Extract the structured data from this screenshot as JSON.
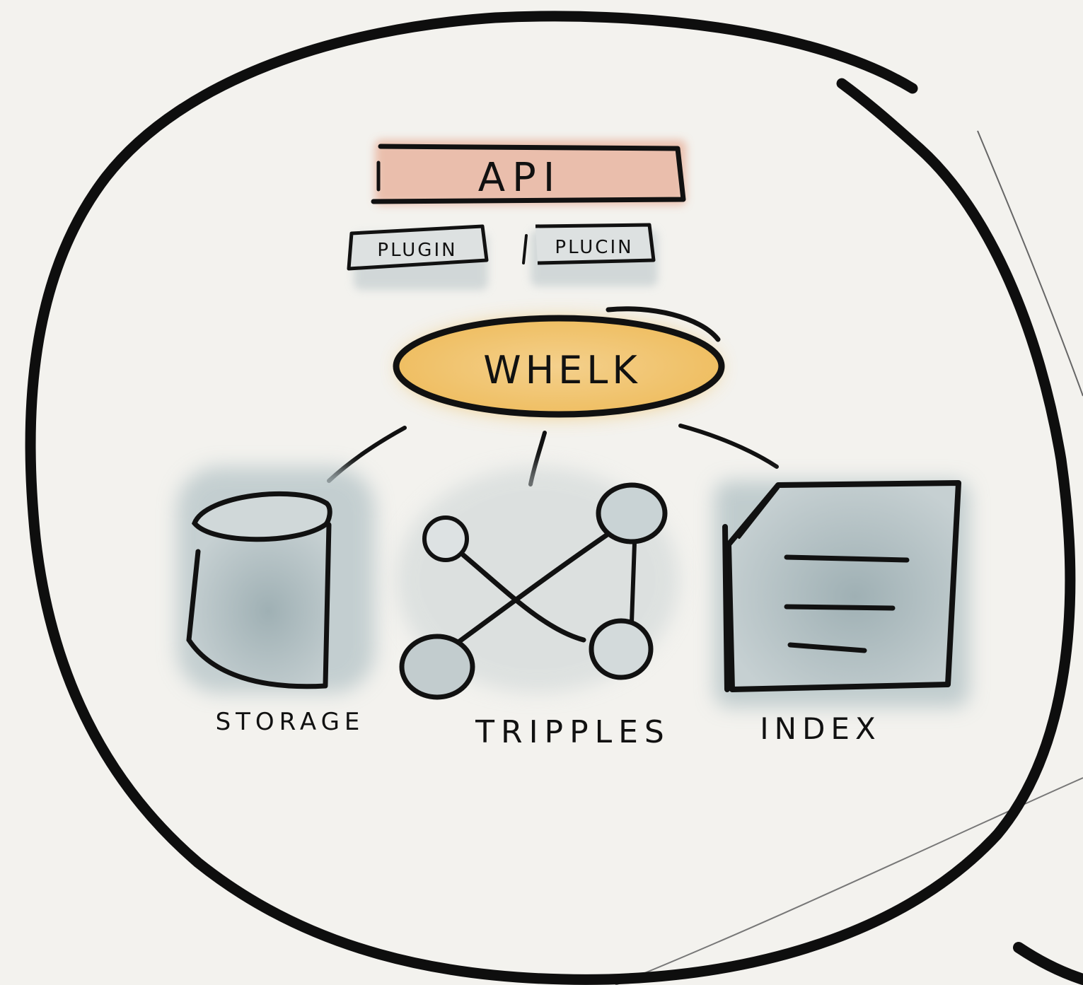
{
  "diagram": {
    "api_label": "API",
    "plugins": [
      "PLUGIN",
      "PLUCIN"
    ],
    "core_label": "WHELK",
    "components": {
      "storage": "STORAGE",
      "tripples": "TRIPPLES",
      "index": "INDEX"
    }
  },
  "colors": {
    "paper": "#f3f2ee",
    "ink": "#111111",
    "api_fill": "#e8b7a4",
    "core_fill": "#f0c46c",
    "component_fill": "#a9b8bb",
    "plugin_fill": "#d6dadb"
  }
}
